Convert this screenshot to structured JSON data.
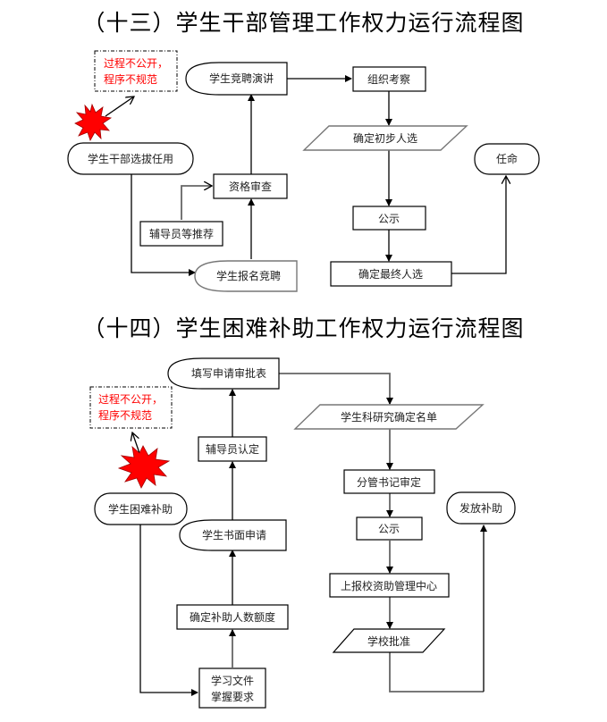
{
  "flowchart_13": {
    "title": "（十三）学生干部管理工作权力运行流程图",
    "warning": {
      "line1": "过程不公开，",
      "line2": "程序不规范",
      "icon": "explosion-burst-icon"
    },
    "nodes": {
      "start": "学生干部选拔任用",
      "speech": "学生竞聘演讲",
      "inspect": "组织考察",
      "prelim": "确定初步人选",
      "appoint": "任命",
      "qualify": "资格审查",
      "recommend": "辅导员等推荐",
      "publicize": "公示",
      "signup": "学生报名竞聘",
      "final": "确定最终人选"
    }
  },
  "flowchart_14": {
    "title": "（十四）学生困难补助工作权力运行流程图",
    "warning": {
      "line1": "过程不公开，",
      "line2": "程序不规范",
      "icon": "explosion-burst-icon"
    },
    "nodes": {
      "form": "填写申请审批表",
      "list": "学生科研究确定名单",
      "counselor": "辅导员认定",
      "secretary": "分管书记审定",
      "start": "学生困难补助",
      "issue": "发放补助",
      "publicize": "公示",
      "written": "学生书面申请",
      "report": "上报校资助管理中心",
      "quota": "确定补助人数额度",
      "approve": "学校批准",
      "study_line1": "学习文件",
      "study_line2": "掌握要求"
    }
  }
}
